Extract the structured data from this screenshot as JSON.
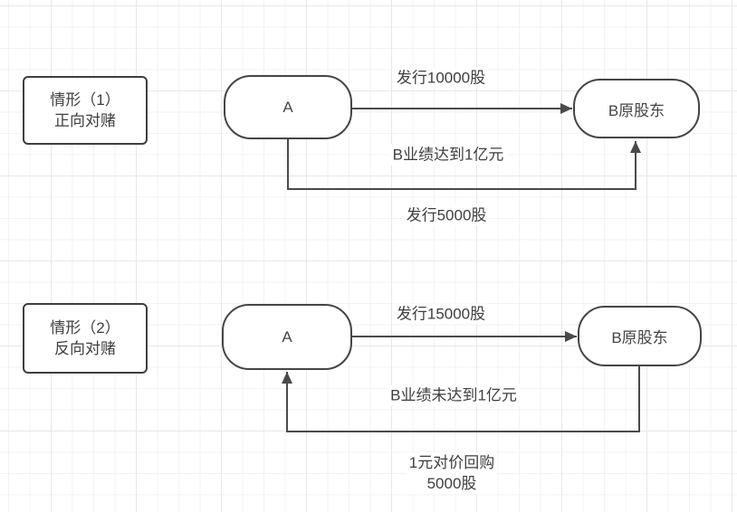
{
  "canvas": {
    "scenarios": [
      {
        "caption": {
          "line1": "情形（1）",
          "line2": "正向对赌"
        },
        "nodes": {
          "a": "A",
          "b": "B原股东"
        },
        "labels": {
          "forward": "发行10000股",
          "condition": "B业绩达到1亿元",
          "return": "发行5000股"
        }
      },
      {
        "caption": {
          "line1": "情形（2）",
          "line2": "反向对赌"
        },
        "nodes": {
          "a": "A",
          "b": "B原股东"
        },
        "labels": {
          "forward": "发行15000股",
          "condition": "B业绩未达到1亿元",
          "return_line1": "1元对价回购",
          "return_line2": "5000股"
        }
      }
    ],
    "colors": {
      "stroke": "#4a4a4a",
      "text": "#3f3f3f",
      "node_fill": "#ffffff",
      "grid_minor": "#f3f3f3",
      "grid_major": "#e8e8e8",
      "canvas_bg": "#ffffff"
    }
  }
}
